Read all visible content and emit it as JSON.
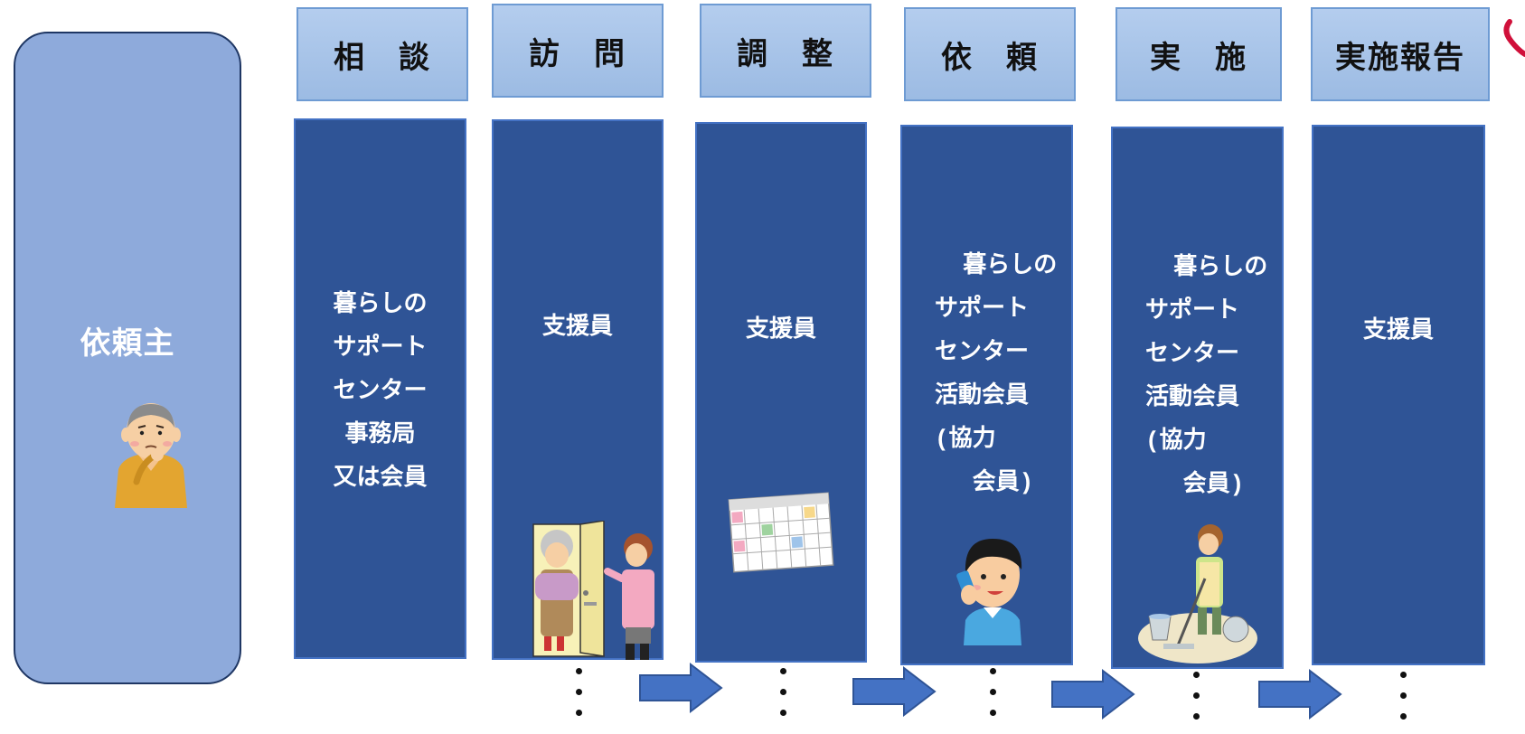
{
  "requester": {
    "label": "依頼主",
    "figure_icon": "worried-elderly-man-icon"
  },
  "steps": [
    {
      "title": "相　談",
      "body": "暮らしの\nサポート\nセンター\n事務局\n又は会員",
      "illustration": ""
    },
    {
      "title": "訪　問",
      "body": "支援員",
      "illustration": "home-visit-icon"
    },
    {
      "title": "調　整",
      "body": "支援員",
      "illustration": "schedule-calendar-icon"
    },
    {
      "title": "依　頼",
      "body": "  暮らしの\nサポート\nセンター\n活動会員\n(協力\n　 会員)",
      "illustration": "phone-call-boy-icon"
    },
    {
      "title": "実　施",
      "body": "  暮らしの\nサポート\nセンター\n活動会員\n(協力\n　 会員)",
      "illustration": "cleaning-woman-icon"
    },
    {
      "title": "実施報告",
      "body": "支援員",
      "illustration": ""
    }
  ],
  "colors": {
    "requester_fill": "#8eaadb",
    "header_fill": "#9cbbe3",
    "column_fill": "#2f5496",
    "arrow_fill": "#4472c4"
  }
}
